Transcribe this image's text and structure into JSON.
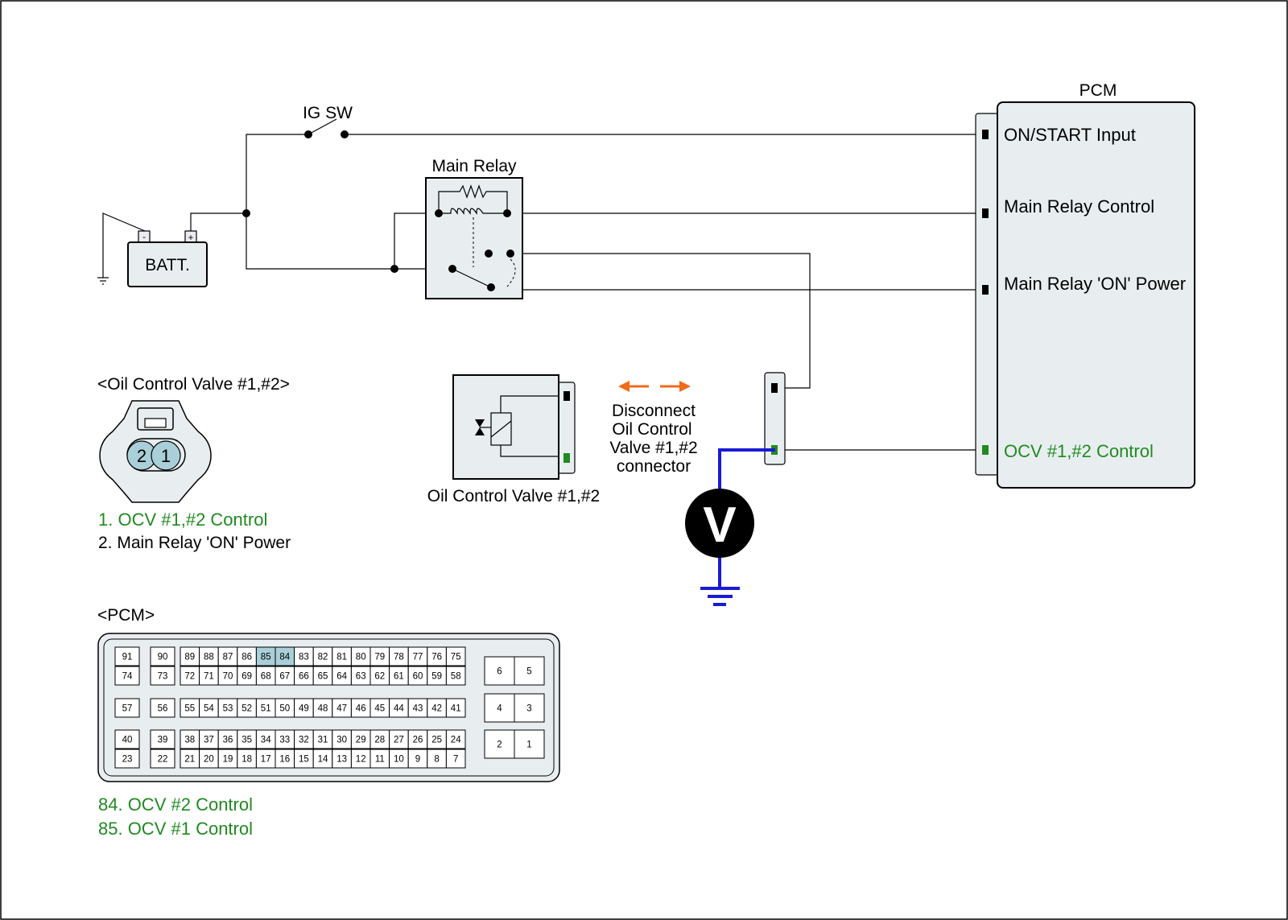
{
  "labels": {
    "pcm_title": "PCM",
    "ig_sw": "IG SW",
    "batt": "BATT.",
    "batt_minus": "-",
    "batt_plus": "+",
    "main_relay": "Main Relay",
    "pcm_pin_on_start": "ON/START Input",
    "pcm_pin_main_relay_control": "Main Relay Control",
    "pcm_pin_main_relay_on_power": "Main Relay 'ON' Power",
    "pcm_pin_ocv_control": "OCV #1,#2 Control",
    "ocv_connector_title": "<Oil Control Valve #1,#2>",
    "ocv_pin_2": "2",
    "ocv_pin_1": "1",
    "ocv_legend_1": "1. OCV #1,#2 Control",
    "ocv_legend_2": "2. Main Relay 'ON' Power",
    "ocv_component": "Oil Control Valve #1,#2",
    "disconnect_line1": "Disconnect",
    "disconnect_line2": "Oil Control",
    "disconnect_line3": "Valve #1,#2",
    "disconnect_line4": "connector",
    "voltmeter": "V",
    "pcm_connector_title": "<PCM>",
    "pcm_legend_84": "84. OCV #2 Control",
    "pcm_legend_85": "85. OCV #1 Control"
  },
  "pcm_connector": {
    "left_pairs": [
      [
        "91",
        "74"
      ],
      [
        "57"
      ],
      [
        "40",
        "23"
      ]
    ],
    "left_pairs_b": [
      [
        "90",
        "73"
      ],
      [
        "56"
      ],
      [
        "39",
        "22"
      ]
    ],
    "block1_row1": [
      "89",
      "88",
      "87",
      "86",
      "85",
      "84",
      "83",
      "82",
      "81",
      "80",
      "79",
      "78",
      "77",
      "76",
      "75"
    ],
    "block1_row2": [
      "72",
      "71",
      "70",
      "69",
      "68",
      "67",
      "66",
      "65",
      "64",
      "63",
      "62",
      "61",
      "60",
      "59",
      "58"
    ],
    "block2_row": [
      "55",
      "54",
      "53",
      "52",
      "51",
      "50",
      "49",
      "48",
      "47",
      "46",
      "45",
      "44",
      "43",
      "42",
      "41"
    ],
    "block3_row1": [
      "38",
      "37",
      "36",
      "35",
      "34",
      "33",
      "32",
      "31",
      "30",
      "29",
      "28",
      "27",
      "26",
      "25",
      "24"
    ],
    "block3_row2": [
      "21",
      "20",
      "19",
      "18",
      "17",
      "16",
      "15",
      "14",
      "13",
      "12",
      "11",
      "10",
      "9",
      "8",
      "7"
    ],
    "right_pairs": [
      [
        "6",
        "5"
      ],
      [
        "4",
        "3"
      ],
      [
        "2",
        "1"
      ]
    ],
    "highlighted": [
      "85",
      "84"
    ]
  },
  "colors": {
    "highlight": "#a9cfd9",
    "control_text": "#218a21",
    "meter_lead": "#1a1ad6",
    "disconnect_arrow": "#f26a1b",
    "component_fill": "#e8eef0"
  }
}
